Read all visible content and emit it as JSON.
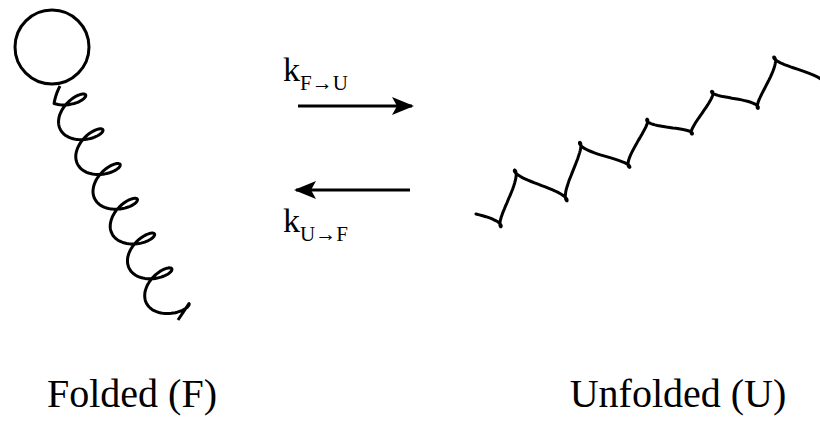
{
  "diagram": {
    "nodes": [
      {
        "text": [
          "Folded (F)"
        ]
      },
      {
        "text": [
          "Unfolded (U)"
        ]
      }
    ],
    "edges": [
      {
        "from": 0,
        "to": 1,
        "arrow": "to",
        "label": "kF→U"
      },
      {
        "from": 1,
        "to": 0,
        "arrow": "to",
        "label": "kU→F"
      }
    ]
  }
}
